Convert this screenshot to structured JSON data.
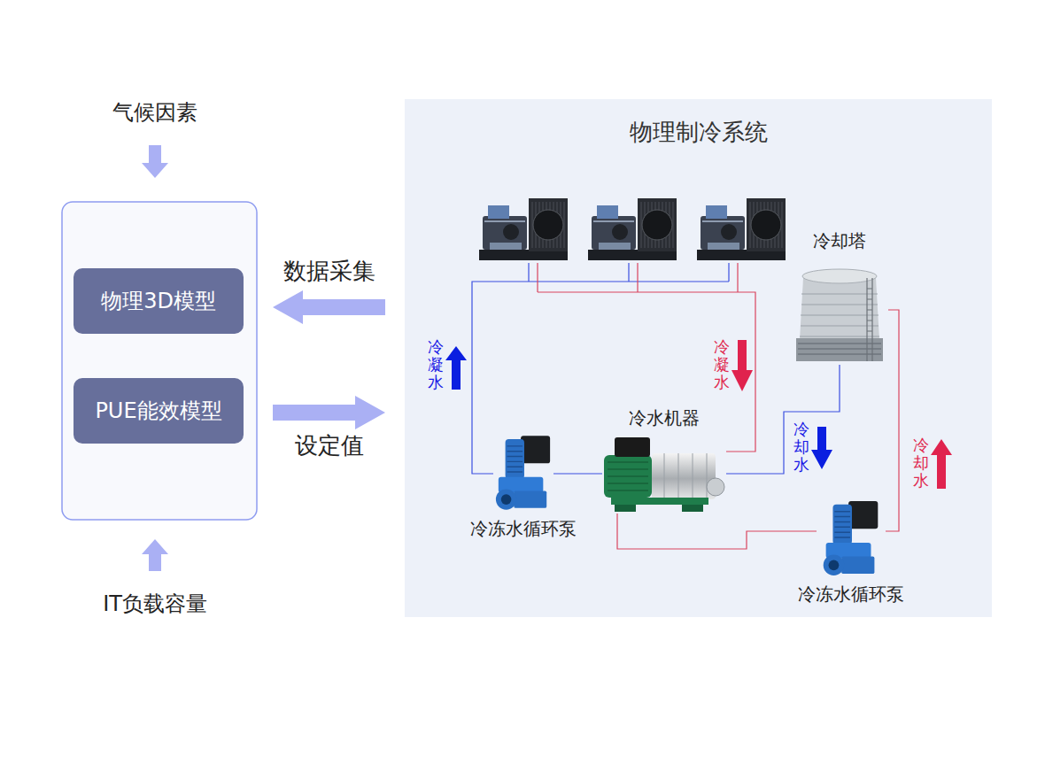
{
  "diagram": {
    "nodes": [
      {
        "text": [
          "物理3D模型"
        ]
      },
      {
        "text": [
          "PUE能效模型"
        ]
      },
      {
        "text": [
          "物理制冷系统"
        ]
      },
      {
        "text": [
          "冷却塔"
        ],
        "in": 2
      },
      {
        "text": [
          "冷水机器"
        ],
        "in": 2
      },
      {
        "text": [
          "冷冻水循环泵"
        ],
        "in": 2
      },
      {
        "text": [
          "冷冻水循环泵"
        ],
        "in": 2
      }
    ],
    "edges": [
      {
        "from": 5,
        "to": 4,
        "arrow": "none"
      },
      {
        "from": 4,
        "to": 3,
        "arrow": "none"
      },
      {
        "from": 3,
        "to": 6,
        "arrow": "none"
      },
      {
        "from": 6,
        "to": 4,
        "arrow": "none"
      }
    ],
    "labels": [
      "气候因素",
      "IT负载容量",
      "数据采集",
      "设定值",
      "冷凝水",
      "冷凝水",
      "冷却水",
      "冷却水"
    ]
  }
}
